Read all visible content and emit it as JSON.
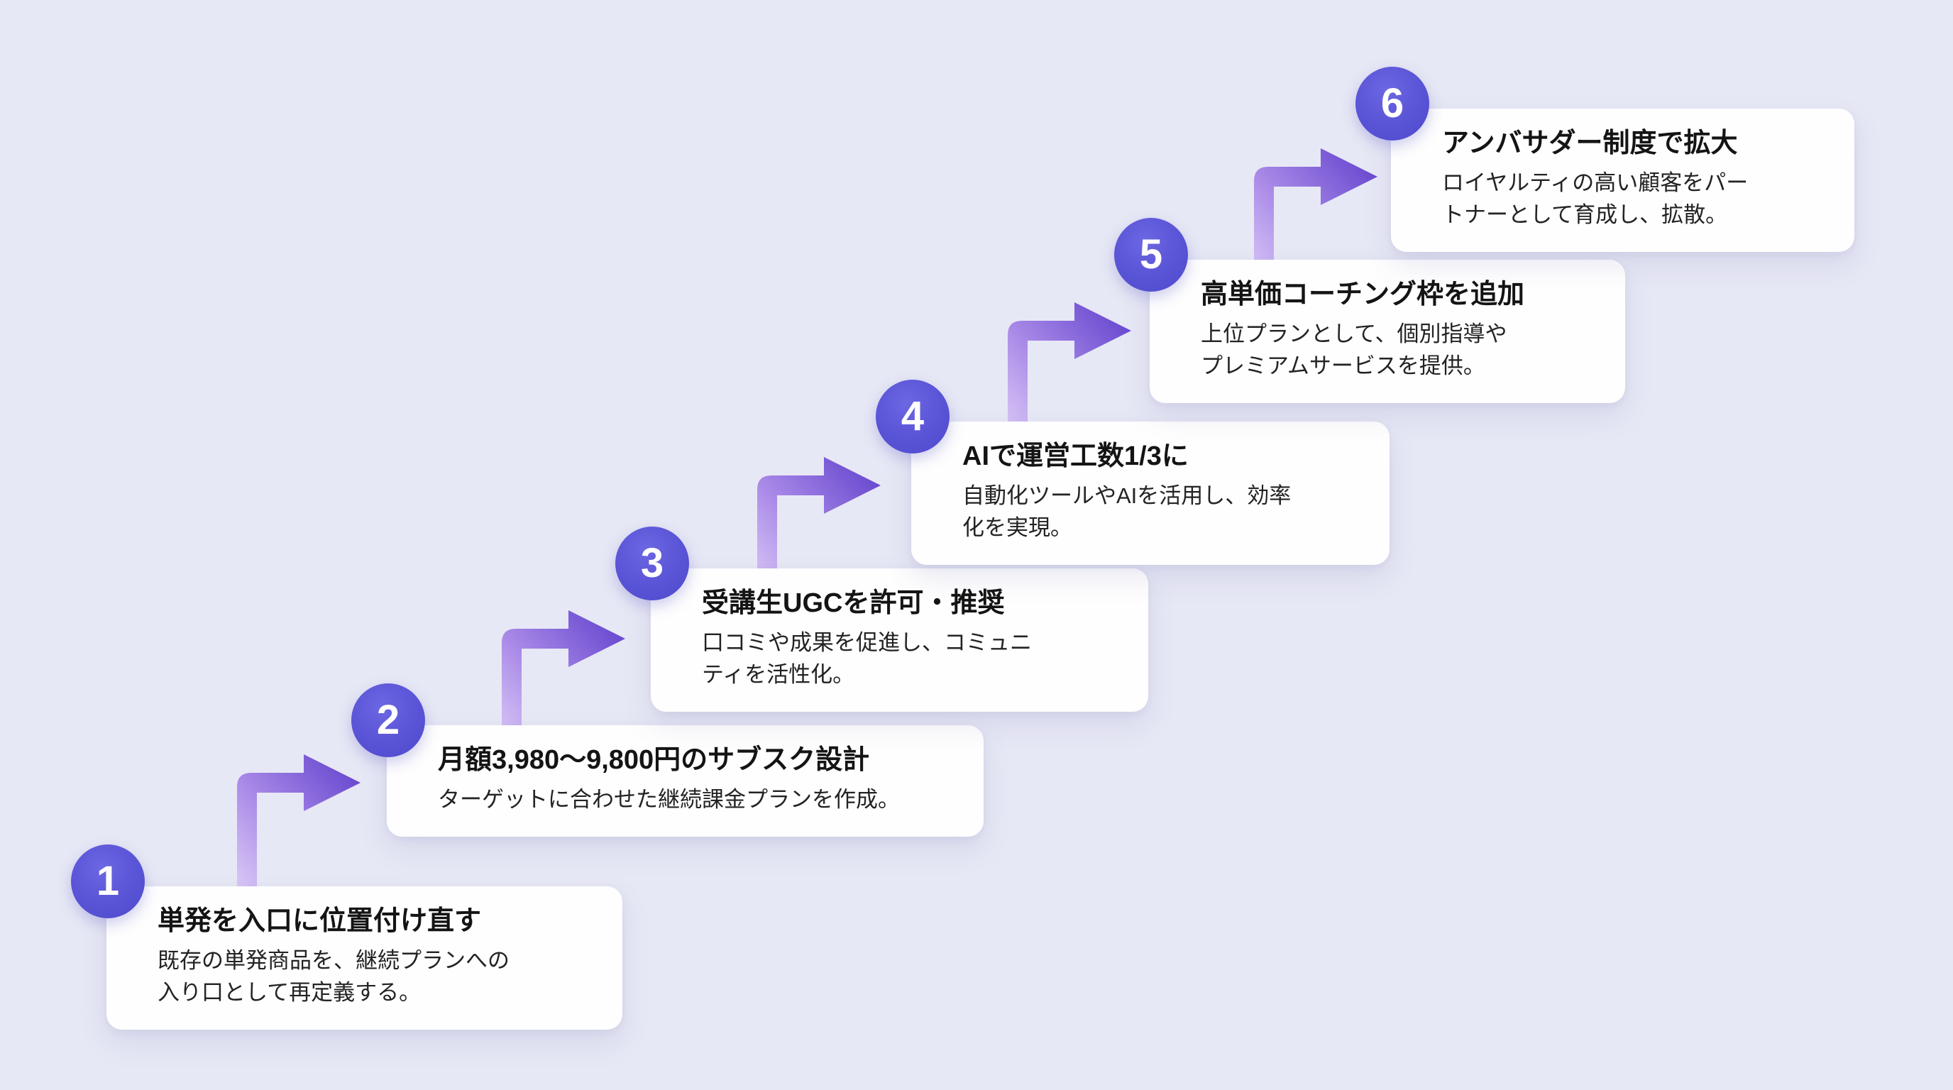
{
  "diagram": {
    "background_color": "#e7e8f5",
    "card_color": "#fefefe",
    "accent_color": "#5953d6",
    "arrow_gradient": [
      "#ddccf7",
      "#ab8ce8",
      "#6a4bd0"
    ],
    "steps": [
      {
        "number": "1",
        "title": "単発を入口に位置付け直す",
        "desc_lines": [
          "既存の単発商品を、継続プランへの",
          "入り口として再定義する。"
        ]
      },
      {
        "number": "2",
        "title": "月額3,980〜9,800円のサブスク設計",
        "desc_lines": [
          "ターゲットに合わせた継続課金プランを作成。"
        ]
      },
      {
        "number": "3",
        "title": "受講生UGCを許可・推奨",
        "desc_lines": [
          "口コミや成果を促進し、コミュニ",
          "ティを活性化。"
        ]
      },
      {
        "number": "4",
        "title": "AIで運営工数1/3に",
        "desc_lines": [
          "自動化ツールやAIを活用し、効率",
          "化を実現。"
        ]
      },
      {
        "number": "5",
        "title": "高単価コーチング枠を追加",
        "desc_lines": [
          "上位プランとして、個別指導や",
          "プレミアムサービスを提供。"
        ]
      },
      {
        "number": "6",
        "title": "アンバサダー制度で拡大",
        "desc_lines": [
          "ロイヤルティの高い顧客をパー",
          "トナーとして育成し、拡散。"
        ]
      }
    ]
  }
}
